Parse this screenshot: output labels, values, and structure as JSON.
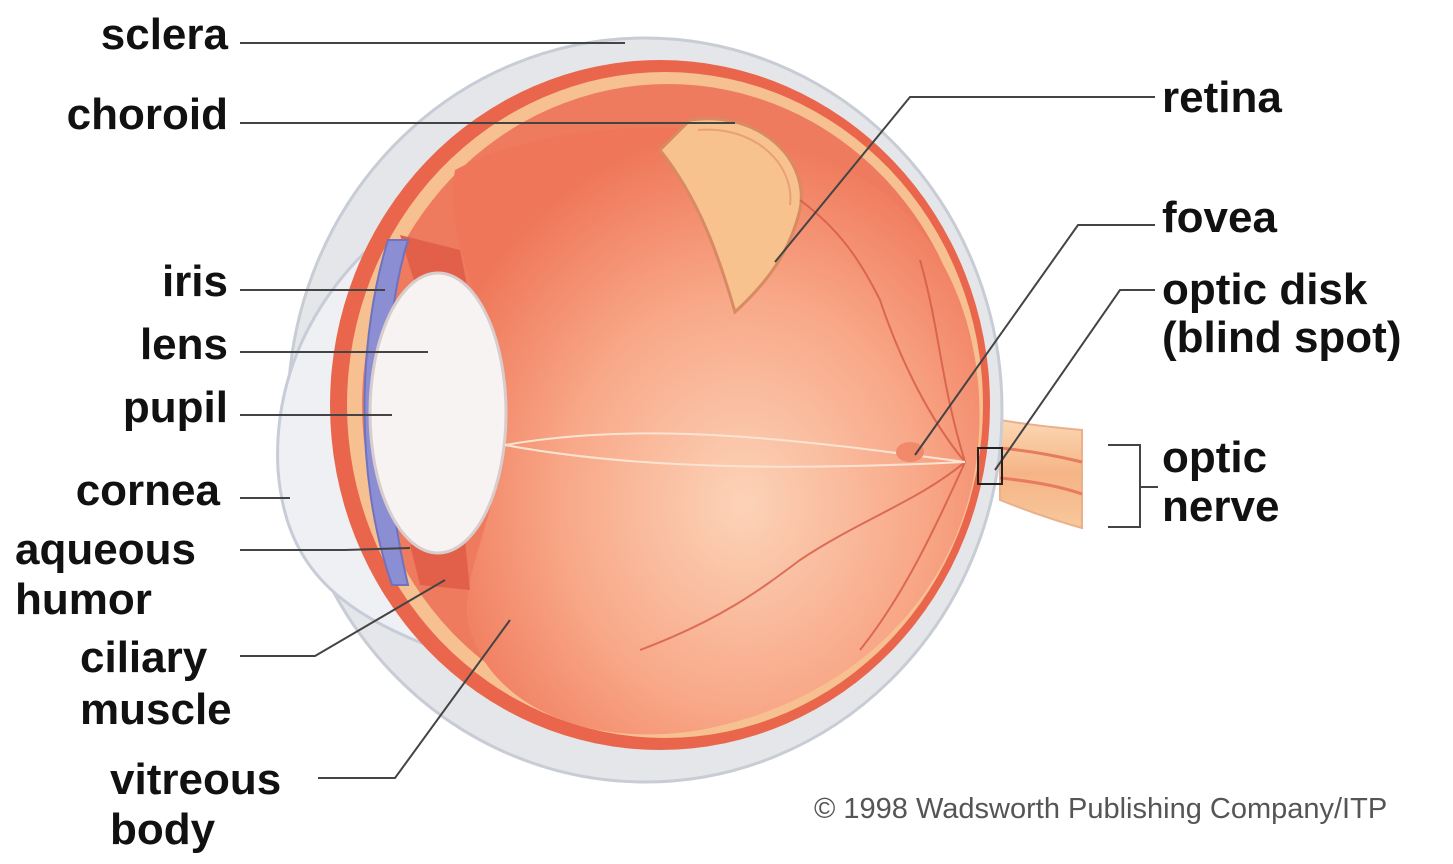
{
  "labels": {
    "sclera": "sclera",
    "choroid": "choroid",
    "iris": "iris",
    "lens": "lens",
    "pupil": "pupil",
    "cornea": "cornea",
    "aqueous_humor": [
      "aqueous",
      "humor"
    ],
    "ciliary_muscle": [
      "ciliary",
      "muscle"
    ],
    "vitreous_body": [
      "vitreous",
      "body"
    ],
    "retina": "retina",
    "fovea": "fovea",
    "optic_disk": [
      "optic disk",
      "(blind spot)"
    ],
    "optic_nerve": [
      "optic",
      "nerve"
    ]
  },
  "copyright": "© 1998 Wadsworth Publishing Company/ITP",
  "colors": {
    "vitreous": "#f4886a",
    "vitreous_light": "#fcd3b8",
    "choroid": "#e9664c",
    "retina_band": "#f7c090",
    "sclera": "#e4e6ea",
    "cornea": "#eef0f4",
    "iris": "#8b8ed2",
    "lens": "#f6f3f2",
    "nerve": "#f6b486",
    "leader_line": "#444444"
  }
}
